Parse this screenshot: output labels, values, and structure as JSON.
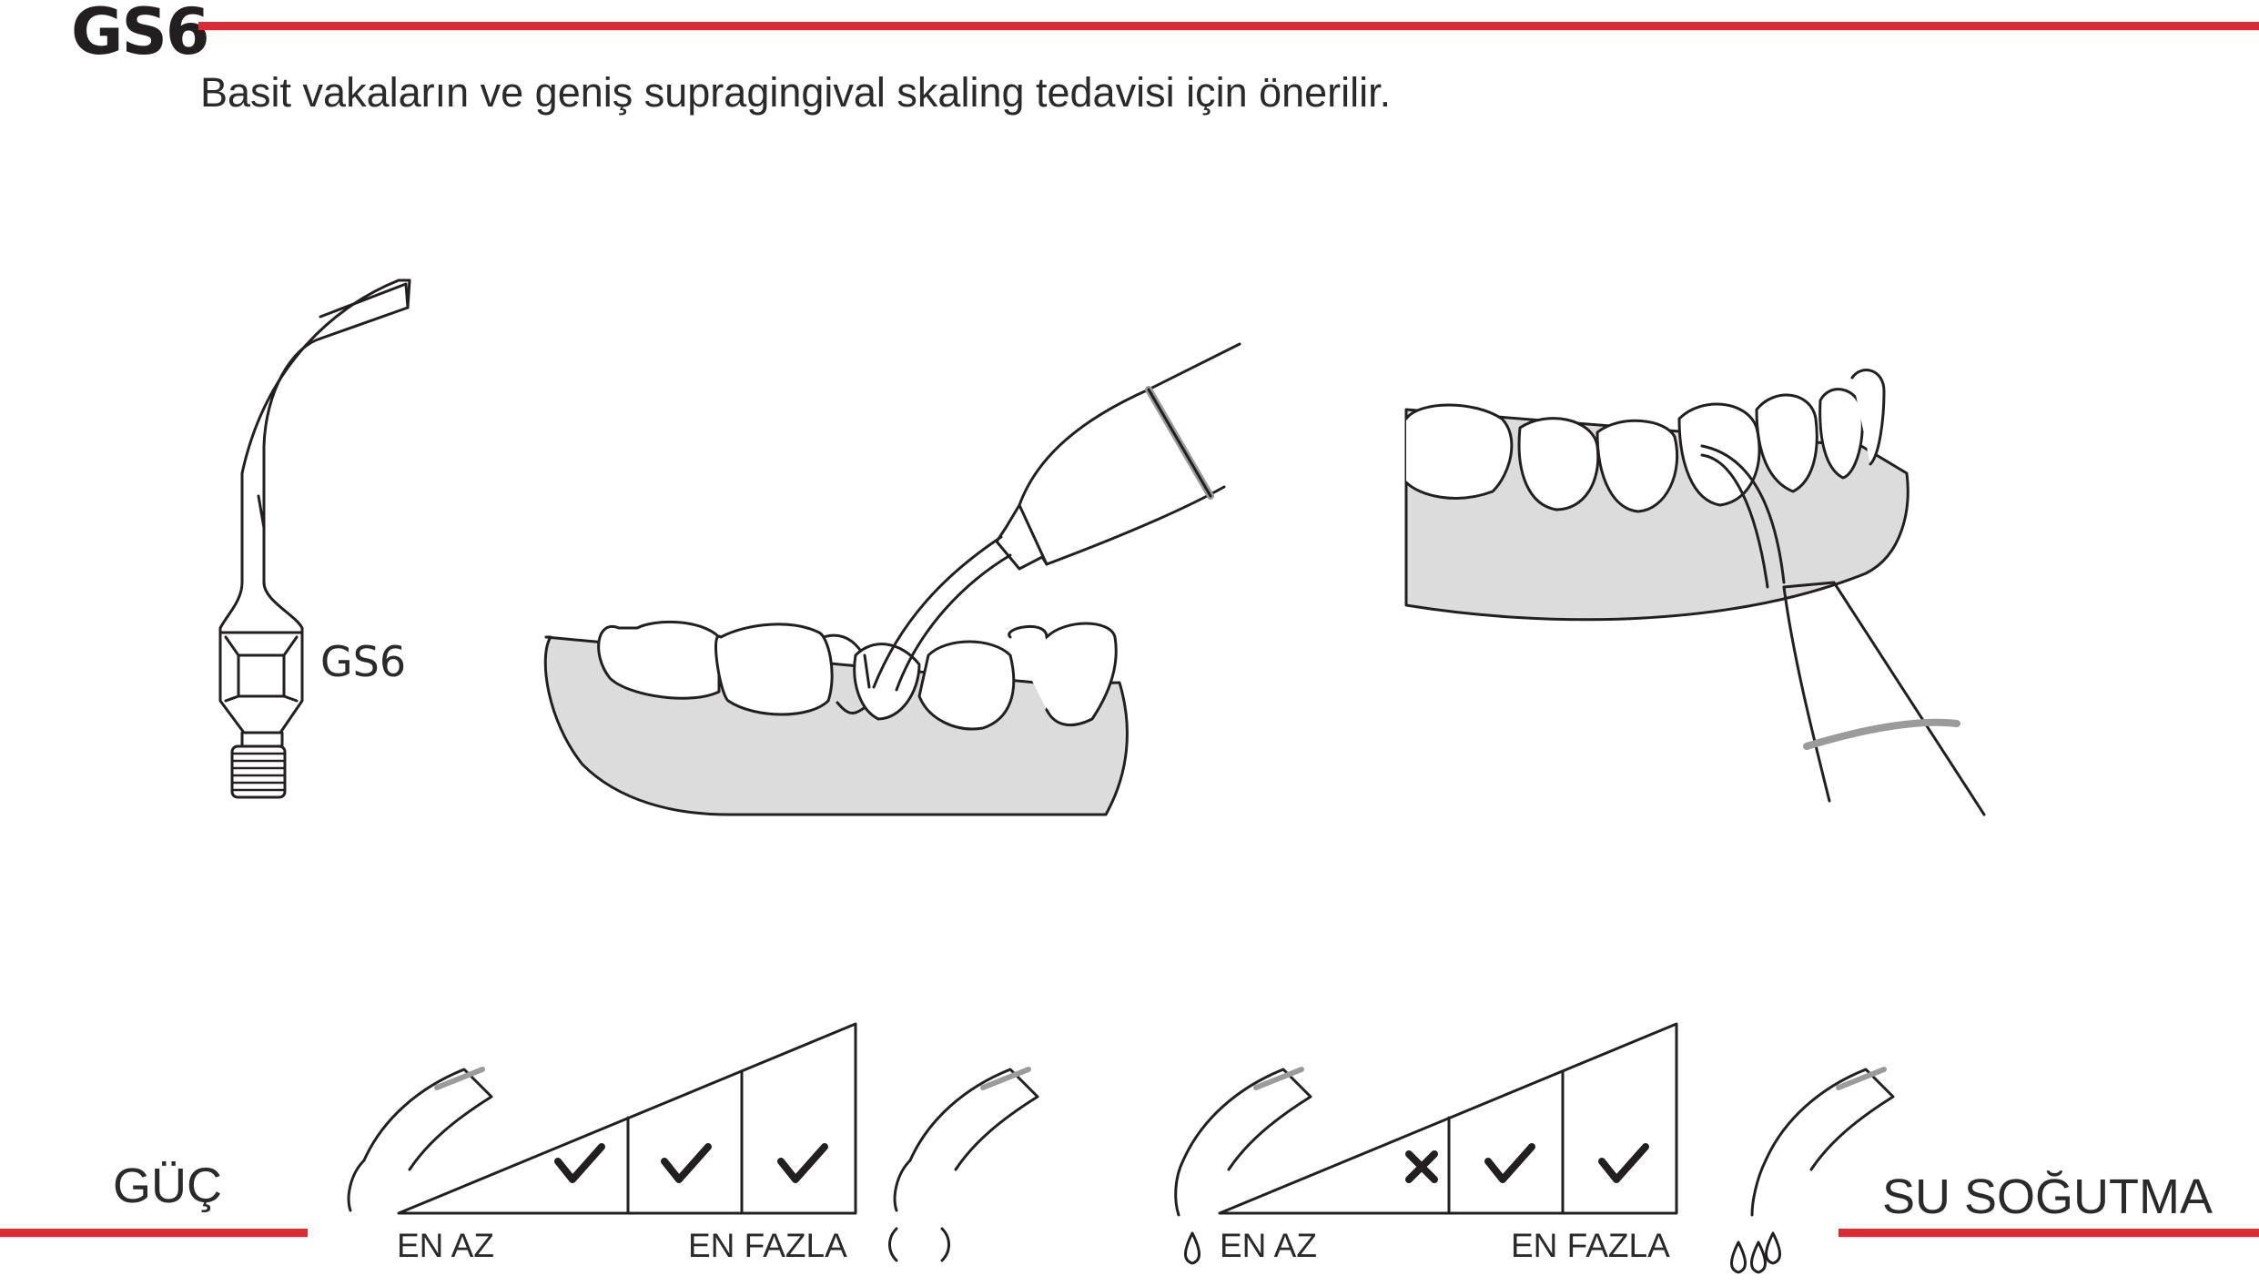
{
  "header": {
    "title": "GS6",
    "subtitle": "Basit vakaların ve geniş supragingival skaling tedavisi için önerilir."
  },
  "tip": {
    "label": "GS6"
  },
  "power": {
    "label": "GÜÇ",
    "min_label": "EN AZ",
    "max_label": "EN FAZLA",
    "levels": [
      "check",
      "check",
      "check"
    ]
  },
  "water": {
    "label": "SU SOĞUTMA",
    "min_label": "EN AZ",
    "max_label": "EN FAZLA",
    "levels": [
      "cross",
      "check",
      "check"
    ]
  },
  "colors": {
    "accent": "#d92c35",
    "gum": "#dcdcdc",
    "line": "#231f20"
  }
}
